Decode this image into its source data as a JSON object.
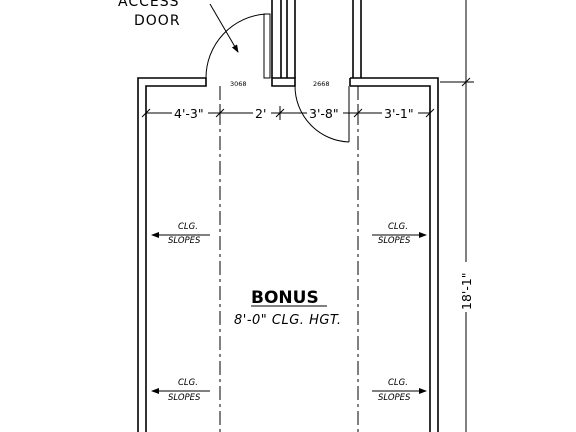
{
  "door_label": {
    "line1": "ACCESS",
    "line2": "DOOR"
  },
  "door_sizes": {
    "left": "3068",
    "right": "2668"
  },
  "dimensions": {
    "seg1": "4'-3\"",
    "seg2": "2'",
    "seg3": "3'-8\"",
    "seg4": "3'-1\"",
    "height": "18'-1\""
  },
  "room": {
    "name": "BONUS",
    "ceiling": "8'-0\" CLG. HGT."
  },
  "slope_note": {
    "line1": "CLG.",
    "line2": "SLOPES"
  }
}
